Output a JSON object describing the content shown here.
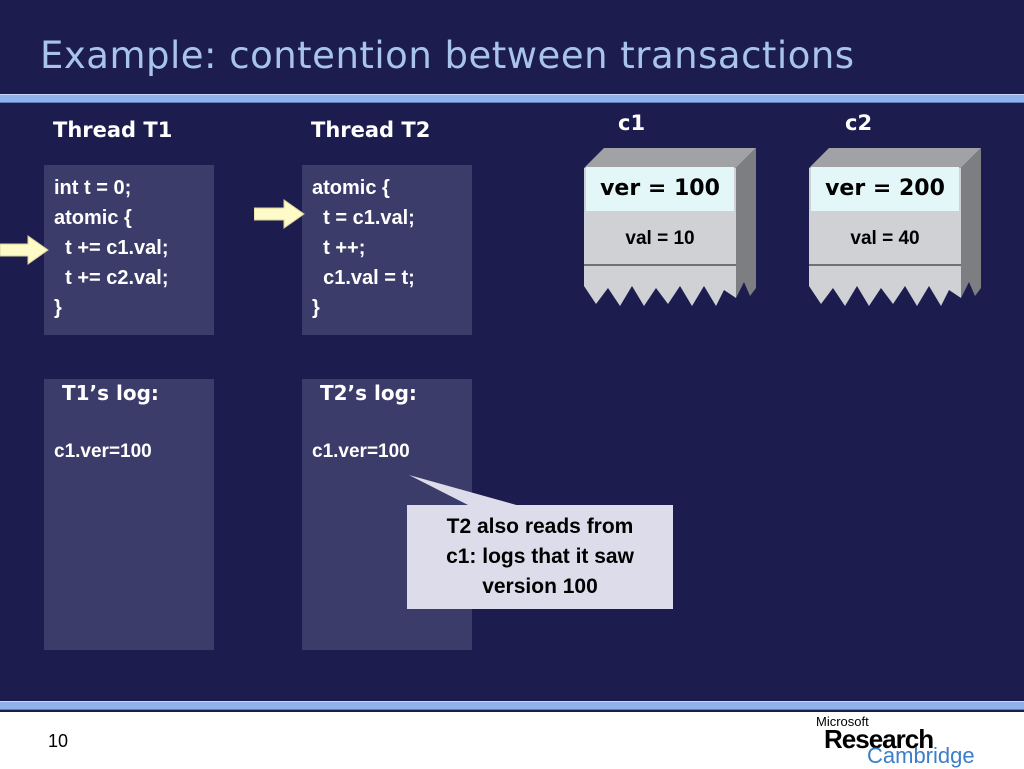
{
  "slide": {
    "title": "Example: contention between transactions",
    "page_number": "10"
  },
  "threads": [
    {
      "header": "Thread T1",
      "code": [
        "int t = 0;",
        "atomic {",
        "  t += c1.val;",
        "  t += c2.val;",
        "}"
      ],
      "log_header": "T1’s log:",
      "log_entry": "c1.ver=100"
    },
    {
      "header": "Thread T2",
      "code": [
        "atomic {",
        "  t = c1.val;",
        "  t ++;",
        "  c1.val = t;",
        "}"
      ],
      "log_header": "T2’s log:",
      "log_entry": "c1.ver=100"
    }
  ],
  "cells": [
    {
      "name": "c1",
      "ver": "ver = 100",
      "val": "val = 10"
    },
    {
      "name": "c2",
      "ver": "ver = 200",
      "val": "val = 40"
    }
  ],
  "callout": {
    "lines": [
      "T2 also reads from",
      "c1: logs that it saw",
      "version 100"
    ]
  },
  "logo": {
    "brand": "Microsoft",
    "line1": "Research",
    "line2": "Cambridge"
  },
  "colors": {
    "background": "#1c1c4f",
    "panel": "#3c3c6a",
    "title": "#a9c3ef",
    "rule": "#8fb2ea",
    "arrow": "#fffbc8",
    "version_box": "#e3f7f9",
    "callout": "#dcdcea"
  }
}
